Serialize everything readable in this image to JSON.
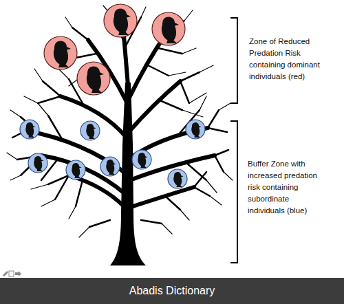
{
  "diagram": {
    "labels": [
      "Zone of Reduced Predation Risk containing dominant individuals (red)",
      "Buffer Zone with increased predation risk containing subordinate individuals (blue)",
      "Abadis Dictionary"
    ]
  }
}
